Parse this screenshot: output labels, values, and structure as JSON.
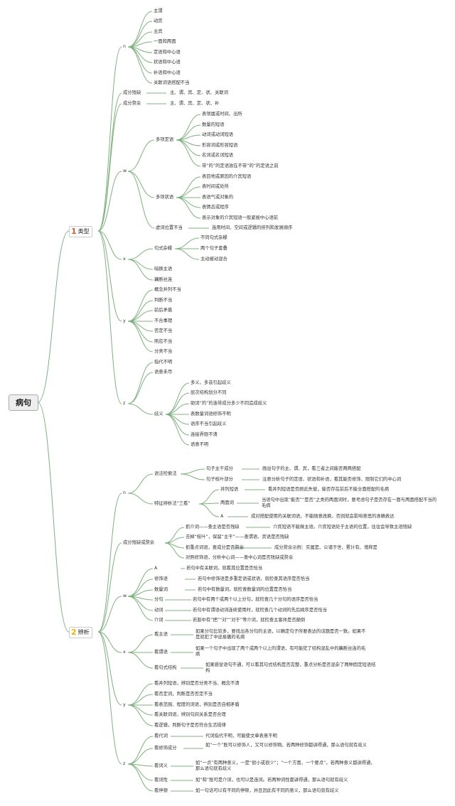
{
  "root": "病句",
  "branches": [
    {
      "badge": "1",
      "label": "类型",
      "color": "#e05a3a"
    },
    {
      "badge": "2",
      "label": "辨析",
      "color": "#f0b400"
    }
  ],
  "colors": {
    "edge": "#7fb07f"
  },
  "types": {
    "n": "n",
    "n_items": [
      "主谓",
      "动宾",
      "主宾",
      "一面和两面",
      "定语和中心语",
      "状语和中心语",
      "补语和中心语",
      "关联词语搭配不当"
    ],
    "lack": "成分残缺",
    "lack_desc": "主、谓、宾、定、状、关联词",
    "redundant": "成分赘余",
    "redundant_desc": "主、谓、宾、定、状、补",
    "w": "w",
    "multi_attr": "多项定语",
    "multi_attr_items": [
      "表领属或时间、出所",
      "数量的短语",
      "动词或动词短语",
      "形容词或形容短语",
      "名词或名词短语",
      "带“的”的定语放在不带“的”的定语之前"
    ],
    "multi_adv": "多项状语",
    "multi_adv_items": [
      "表目地或原因的介宾短语",
      "表时间或处所",
      "表语气或对象的",
      "表情态或程序",
      "表示对象的介宾短语一般紧挨中心语前"
    ],
    "adverb_pos": "虚词位置不当",
    "adverb_pos_desc": "连用时间、空间或逻辑的排列和发展顺序",
    "x": "x",
    "mixed": "句式杂糅",
    "mixed_items": [
      "不同句式杂糅",
      "两个句子套叠",
      "主动被动混合"
    ],
    "subject_swap": "暗换主语",
    "steal_concept": "藕断丝连",
    "y": "y",
    "y_items": [
      "概念并列不当",
      "判断不当",
      "前后矛盾",
      "不合事理",
      "否定不当",
      "照应不当",
      "分类不当"
    ],
    "z": "z",
    "unclear_ref": "指代不明",
    "unclear_meaning": "语意未尽",
    "ambiguity": "歧义",
    "ambiguity_items": [
      "多义、多音引起歧义",
      "层次结构划分不同",
      "助词“的”的连带成分多少不同造成歧义",
      "表数量词语修饰不明",
      "语序不当引起歧义",
      "连接界限不清",
      "语意不明"
    ]
  },
  "analysis": {
    "n": "n",
    "grammar": "语法检索法",
    "trunk": "句子主干成分",
    "trunk_desc": "画出句子的主、谓、宾，看三者之间能否两两搭配",
    "branch": "句子枝叶部分",
    "branch_desc": "注意分析句子的定语、状语和补语，看其能否修饰、限制它们的中心词",
    "feature": "特征辨析法“三看”",
    "parallel": "并列短语",
    "parallel_desc": "看并列短语是否顾此失彼，能否存在前后不能全面搭配的毛病",
    "twoside": "两面词",
    "twoside_desc": "当语句中出现“能否”“是否”之类的两面词时，要考虑句子是否存在一面与两面搭配不当的毛病",
    "a": "A",
    "a_desc": "成对搭配使用的关联词语，不能随意改换，否则就会影响意思的准确表达",
    "lack_red": "成分残缺或赘余",
    "lr1_key": "抓介词——查主语是否残缺",
    "lr1_desc": "介宾短语不能做主语。介宾短语处于主语的位置，往往会导致主语残缺",
    "lr2": "去掉“枝叶”，保留“主干”——查谓语、宾语是否残缺",
    "lr3_key": "抓重点词语，查成分是否赘余",
    "lr3_desc": "成分赘余示例：实属是、公诸于世、累计有、增称是",
    "lr4": "对照修饰语，分析中心词——查中心词是否残缺或赘余",
    "w": "w",
    "w_a": "A",
    "w_a_desc": "若句中有关联词，就看其位置是否恰当",
    "w_mod": "修饰语",
    "w_mod_desc": "若句中修饰语是多重定语或状语，就检查其语序是否恰当",
    "w_num": "数量词",
    "w_num_desc": "若句中有数量词，就检查数量词的位置是否恰当",
    "w_clause": "分句",
    "w_clause_desc": "若句中有两个或两个以上分句，就检查几个分句的语序是否恰当",
    "w_verb": "动词",
    "w_verb_desc": "若句中有谓语动词连续使用时，就检查几个动词的先后顺序是否恰当",
    "w_prep": "介词",
    "w_prep_desc": "若割中有“把”“对”“对于”等介词，就检查主客体是否颠倒",
    "x": "x",
    "x_subj": "看主语",
    "x_subj_desc": "如果分句比较多，要找出各分句的主语，以确定句子所要表达的话题是否一致。如果不是就犯了中途易辙的毛病",
    "x_pred": "看谓语",
    "x_pred_desc": "如果一个句子中出现了两个或两个以上的谓语，有可能犯了结构混乱中的藕断丝连的毛病",
    "x_struct": "看句式结构",
    "x_struct_desc": "如果感觉语句不通，可以看其句式结构是否完整，重点分析是否混杂了两种固定短语结构",
    "y": "y",
    "y_items": [
      "看并列短语，辨别是否分类不当、概念不清",
      "看否定词，判断是否否定不当",
      "看表范围、程度的词语，辨别是否自相矛盾",
      "看关联词语，辨别句间关系是否合理",
      "看逻辑，判断句子是否符合生活规律"
    ],
    "z": "z",
    "z_pron": "看代词",
    "z_pron_desc": "代词指代不明，可能使文章表意不明",
    "z_mod": "看修饰成分",
    "z_mod_desc": "如“一个”既可以修饰人，又可以修饰物。若两种修饰都讲得通，那么语句就有歧义",
    "z_word": "看词义",
    "z_word_desc": "如“一点”有两种意义，一是“很小或很少”；“一个方面，一个要点”。若两种意义都讲得通，那么语句就有歧义",
    "z_pos": "看词性",
    "z_pos_desc": "如“和”既可是介词，也可以是连词。若两种词性都讲得通，那么语句就有歧义",
    "z_pause": "看停顿",
    "z_pause_desc": "如一句话可以有不同的停顿，并且因此有不同的意义，那么语句就有歧义"
  }
}
